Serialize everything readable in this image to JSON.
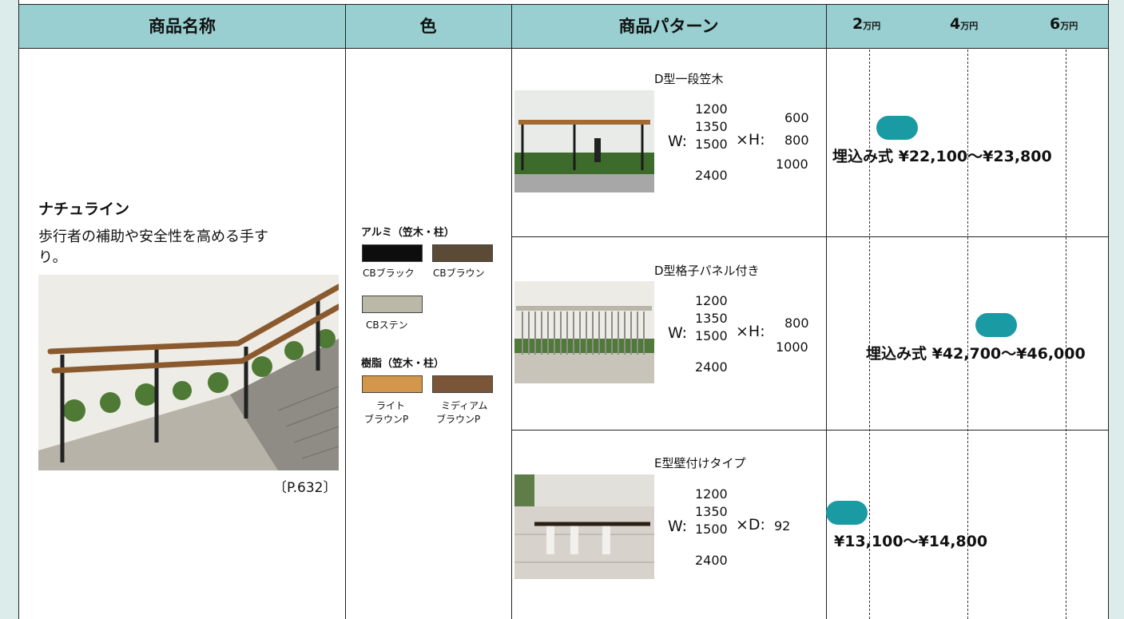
{
  "header": {
    "name": "商品名称",
    "color": "色",
    "pattern": "商品パターン",
    "scale_ticks": [
      {
        "value": "2",
        "unit": "万円"
      },
      {
        "value": "4",
        "unit": "万円"
      },
      {
        "value": "6",
        "unit": "万円"
      }
    ]
  },
  "product": {
    "name": "ナチュライン",
    "description_line1": "歩行者の補助や安全性を高める手す",
    "description_line2": "り。",
    "page_ref": "〔P.632〕"
  },
  "colors": {
    "alumi_group": "アルミ（笠木・柱）",
    "alumi": [
      {
        "label": "CBブラック",
        "hex": "#0d0d0d"
      },
      {
        "label": "CBブラウン",
        "hex": "#5a4a36"
      },
      {
        "label": "CBステン",
        "hex": "#bcb8a8"
      }
    ],
    "resin_group": "樹脂（笠木・柱）",
    "resin": [
      {
        "label1": "ライト",
        "label2": "ブラウンP",
        "hex": "#d4964a"
      },
      {
        "label1": "ミディアム",
        "label2": "ブラウンP",
        "hex": "#7a5538"
      }
    ]
  },
  "patterns": [
    {
      "title": "D型一段笠木",
      "w_label": "W:",
      "widths": [
        "1200",
        "1350",
        "1500",
        "2400"
      ],
      "dim_label": "×H:",
      "dims": [
        "600",
        "800",
        "1000"
      ],
      "price_label": "埋込み式 ¥22,100〜¥23,800",
      "range_low": 22100,
      "range_high": 23800
    },
    {
      "title": "D型格子パネル付き",
      "w_label": "W:",
      "widths": [
        "1200",
        "1350",
        "1500",
        "2400"
      ],
      "dim_label": "×H:",
      "dims": [
        "800",
        "1000"
      ],
      "price_label": "埋込み式 ¥42,700〜¥46,000",
      "range_low": 42700,
      "range_high": 46000
    },
    {
      "title": "E型壁付けタイプ",
      "w_label": "W:",
      "widths": [
        "1200",
        "1350",
        "1500",
        "2400"
      ],
      "dim_label": "×D:",
      "dims": [
        "92"
      ],
      "price_label": "¥13,100〜¥14,800",
      "range_low": 13100,
      "range_high": 14800
    }
  ],
  "accent_color": "#1a9aa3",
  "header_color": "#99cfd0"
}
